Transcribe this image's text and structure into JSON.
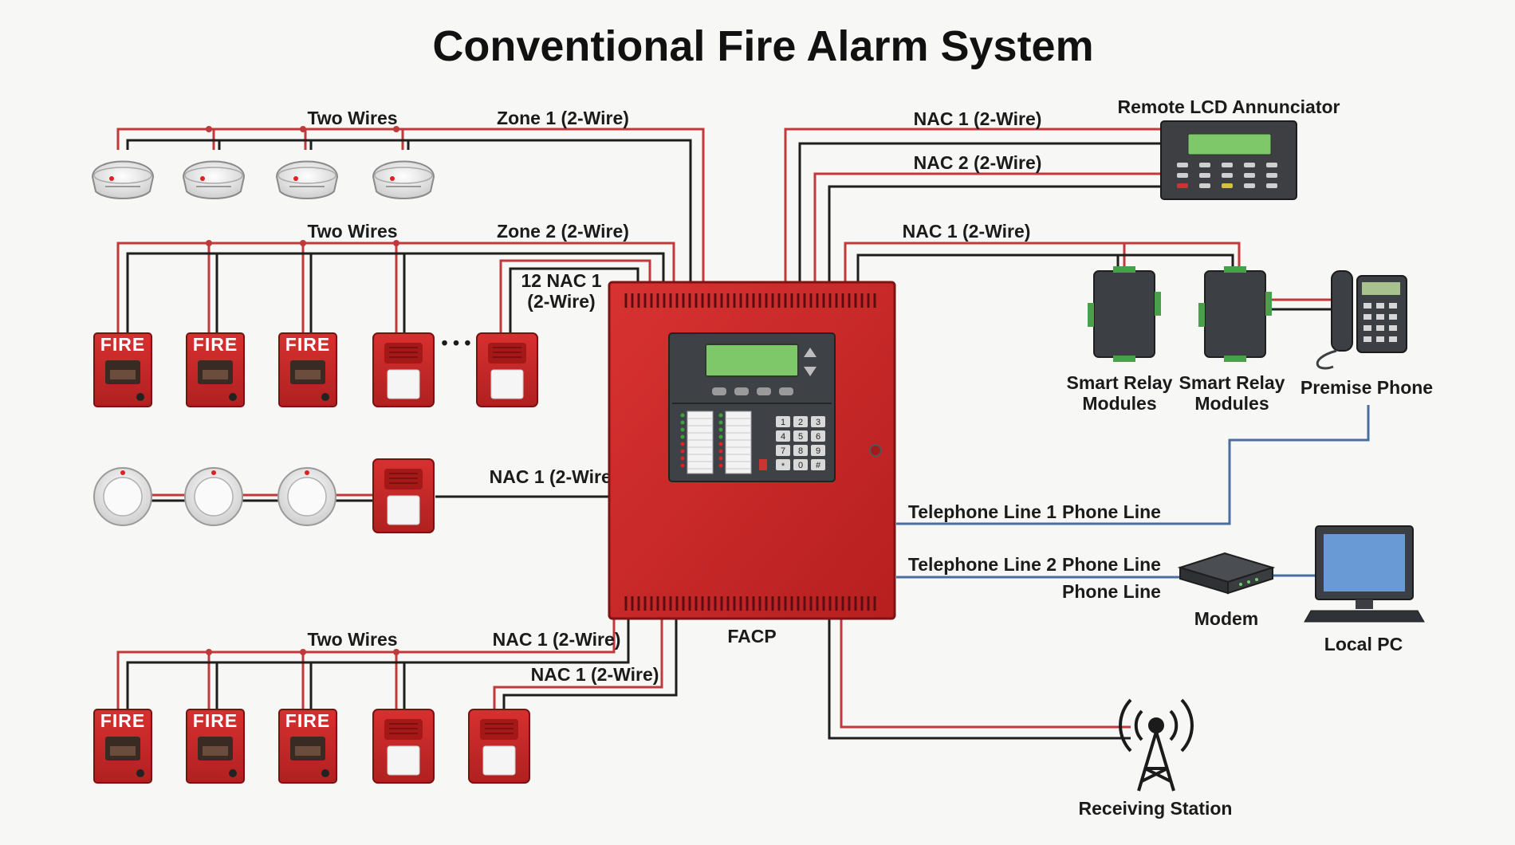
{
  "title": "Conventional Fire Alarm System",
  "panel": {
    "name": "FACP",
    "keypad_keys": [
      "1",
      "2",
      "3",
      "4",
      "5",
      "6",
      "7",
      "8",
      "9",
      "*",
      "0",
      "#"
    ]
  },
  "devices": {
    "pull_station_text": "FIRE",
    "ellipsis": "• • •",
    "remote_annunciator": "Remote LCD Annunciator",
    "relay_module_1": "Smart Relay Modules",
    "relay_module_2": "Smart Relay Modules",
    "premise_phone": "Premise Phone",
    "modem": "Modem",
    "local_pc": "Local PC",
    "receiving_station": "Receiving Station"
  },
  "wire_labels": {
    "two_wires_1": "Two Wires",
    "zone1": "Zone 1 (2-Wire)",
    "two_wires_2": "Two Wires",
    "zone2": "Zone 2 (2-Wire)",
    "nac12_line1": "12 NAC 1",
    "nac12_line2": "(2-Wire)",
    "nac_row3": "NAC 1 (2-Wire)",
    "two_wires_3": "Two Wires",
    "nac_row4a": "NAC 1 (2-Wire)",
    "nac_row4b": "NAC 1 (2-Wire)",
    "nac_top1": "NAC 1 (2-Wire)",
    "nac_top2": "NAC 2 (2-Wire)",
    "nac_relays": "NAC 1 (2-Wire)"
  },
  "phone_labels": {
    "tel1": "Telephone Line 1",
    "phone_line_1": "Phone Line",
    "tel2": "Telephone Line 2",
    "phone_line_2": "Phone Line",
    "phone_line_3": "Phone Line"
  },
  "colors": {
    "wire_red": "#c0393b",
    "wire_black": "#1e1e1e",
    "phone_blue": "#4a6f9e",
    "panel_red": "#cc2727",
    "lcd_green": "#7fc86a"
  }
}
